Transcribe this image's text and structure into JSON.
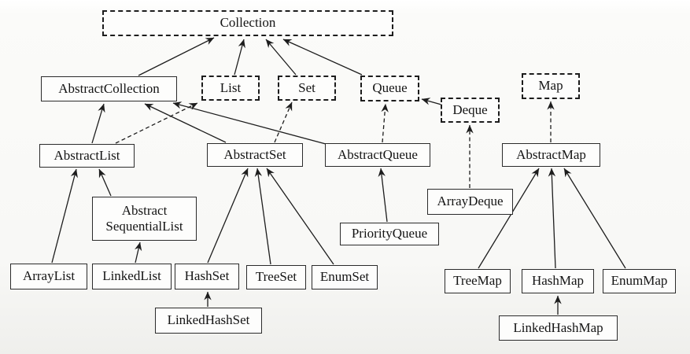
{
  "diagram": {
    "kind_legend": {
      "interface_style": "dashed",
      "class_style": "solid"
    },
    "colors": {
      "background": "#f8f8f6",
      "line": "#1d1d1d",
      "box_fill": "#fdfdfc",
      "class_border": "#2b2b2b",
      "interface_border": "#1d1d1d"
    },
    "nodes": {
      "collection": {
        "label": "Collection",
        "kind": "interface"
      },
      "abstractCollection": {
        "label": "AbstractCollection",
        "kind": "class"
      },
      "list": {
        "label": "List",
        "kind": "interface"
      },
      "set": {
        "label": "Set",
        "kind": "interface"
      },
      "queue": {
        "label": "Queue",
        "kind": "interface"
      },
      "deque": {
        "label": "Deque",
        "kind": "interface"
      },
      "map": {
        "label": "Map",
        "kind": "interface"
      },
      "abstractList": {
        "label": "AbstractList",
        "kind": "class"
      },
      "abstractSet": {
        "label": "AbstractSet",
        "kind": "class"
      },
      "abstractQueue": {
        "label": "AbstractQueue",
        "kind": "class"
      },
      "abstractMap": {
        "label": "AbstractMap",
        "kind": "class"
      },
      "abstractSequentialList": {
        "label": "Abstract SequentialList",
        "kind": "class"
      },
      "arrayDeque": {
        "label": "ArrayDeque",
        "kind": "class"
      },
      "priorityQueue": {
        "label": "PriorityQueue",
        "kind": "class"
      },
      "arrayList": {
        "label": "ArrayList",
        "kind": "class"
      },
      "linkedList": {
        "label": "LinkedList",
        "kind": "class"
      },
      "hashSet": {
        "label": "HashSet",
        "kind": "class"
      },
      "treeSet": {
        "label": "TreeSet",
        "kind": "class"
      },
      "enumSet": {
        "label": "EnumSet",
        "kind": "class"
      },
      "linkedHashSet": {
        "label": "LinkedHashSet",
        "kind": "class"
      },
      "treeMap": {
        "label": "TreeMap",
        "kind": "class"
      },
      "hashMap": {
        "label": "HashMap",
        "kind": "class"
      },
      "enumMap": {
        "label": "EnumMap",
        "kind": "class"
      },
      "linkedHashMap": {
        "label": "LinkedHashMap",
        "kind": "class"
      }
    },
    "edges": [
      {
        "from": "AbstractCollection",
        "to": "Collection",
        "style": "solid"
      },
      {
        "from": "List",
        "to": "Collection",
        "style": "solid"
      },
      {
        "from": "Set",
        "to": "Collection",
        "style": "solid"
      },
      {
        "from": "Queue",
        "to": "Collection",
        "style": "solid"
      },
      {
        "from": "Deque",
        "to": "Queue",
        "style": "solid"
      },
      {
        "from": "AbstractList",
        "to": "AbstractCollection",
        "style": "solid"
      },
      {
        "from": "AbstractSet",
        "to": "AbstractCollection",
        "style": "solid"
      },
      {
        "from": "AbstractQueue",
        "to": "AbstractCollection",
        "style": "solid"
      },
      {
        "from": "AbstractList",
        "to": "List",
        "style": "dashed"
      },
      {
        "from": "AbstractSet",
        "to": "Set",
        "style": "dashed"
      },
      {
        "from": "AbstractQueue",
        "to": "Queue",
        "style": "dashed"
      },
      {
        "from": "AbstractMap",
        "to": "Map",
        "style": "dashed"
      },
      {
        "from": "ArrayDeque",
        "to": "Deque",
        "style": "dashed"
      },
      {
        "from": "AbstractSequentialList",
        "to": "AbstractList",
        "style": "solid"
      },
      {
        "from": "ArrayList",
        "to": "AbstractList",
        "style": "solid"
      },
      {
        "from": "LinkedList",
        "to": "AbstractSequentialList",
        "style": "solid"
      },
      {
        "from": "HashSet",
        "to": "AbstractSet",
        "style": "solid"
      },
      {
        "from": "TreeSet",
        "to": "AbstractSet",
        "style": "solid"
      },
      {
        "from": "EnumSet",
        "to": "AbstractSet",
        "style": "solid"
      },
      {
        "from": "LinkedHashSet",
        "to": "HashSet",
        "style": "solid"
      },
      {
        "from": "PriorityQueue",
        "to": "AbstractQueue",
        "style": "solid"
      },
      {
        "from": "TreeMap",
        "to": "AbstractMap",
        "style": "solid"
      },
      {
        "from": "HashMap",
        "to": "AbstractMap",
        "style": "solid"
      },
      {
        "from": "EnumMap",
        "to": "AbstractMap",
        "style": "solid"
      },
      {
        "from": "LinkedHashMap",
        "to": "HashMap",
        "style": "solid"
      }
    ]
  }
}
